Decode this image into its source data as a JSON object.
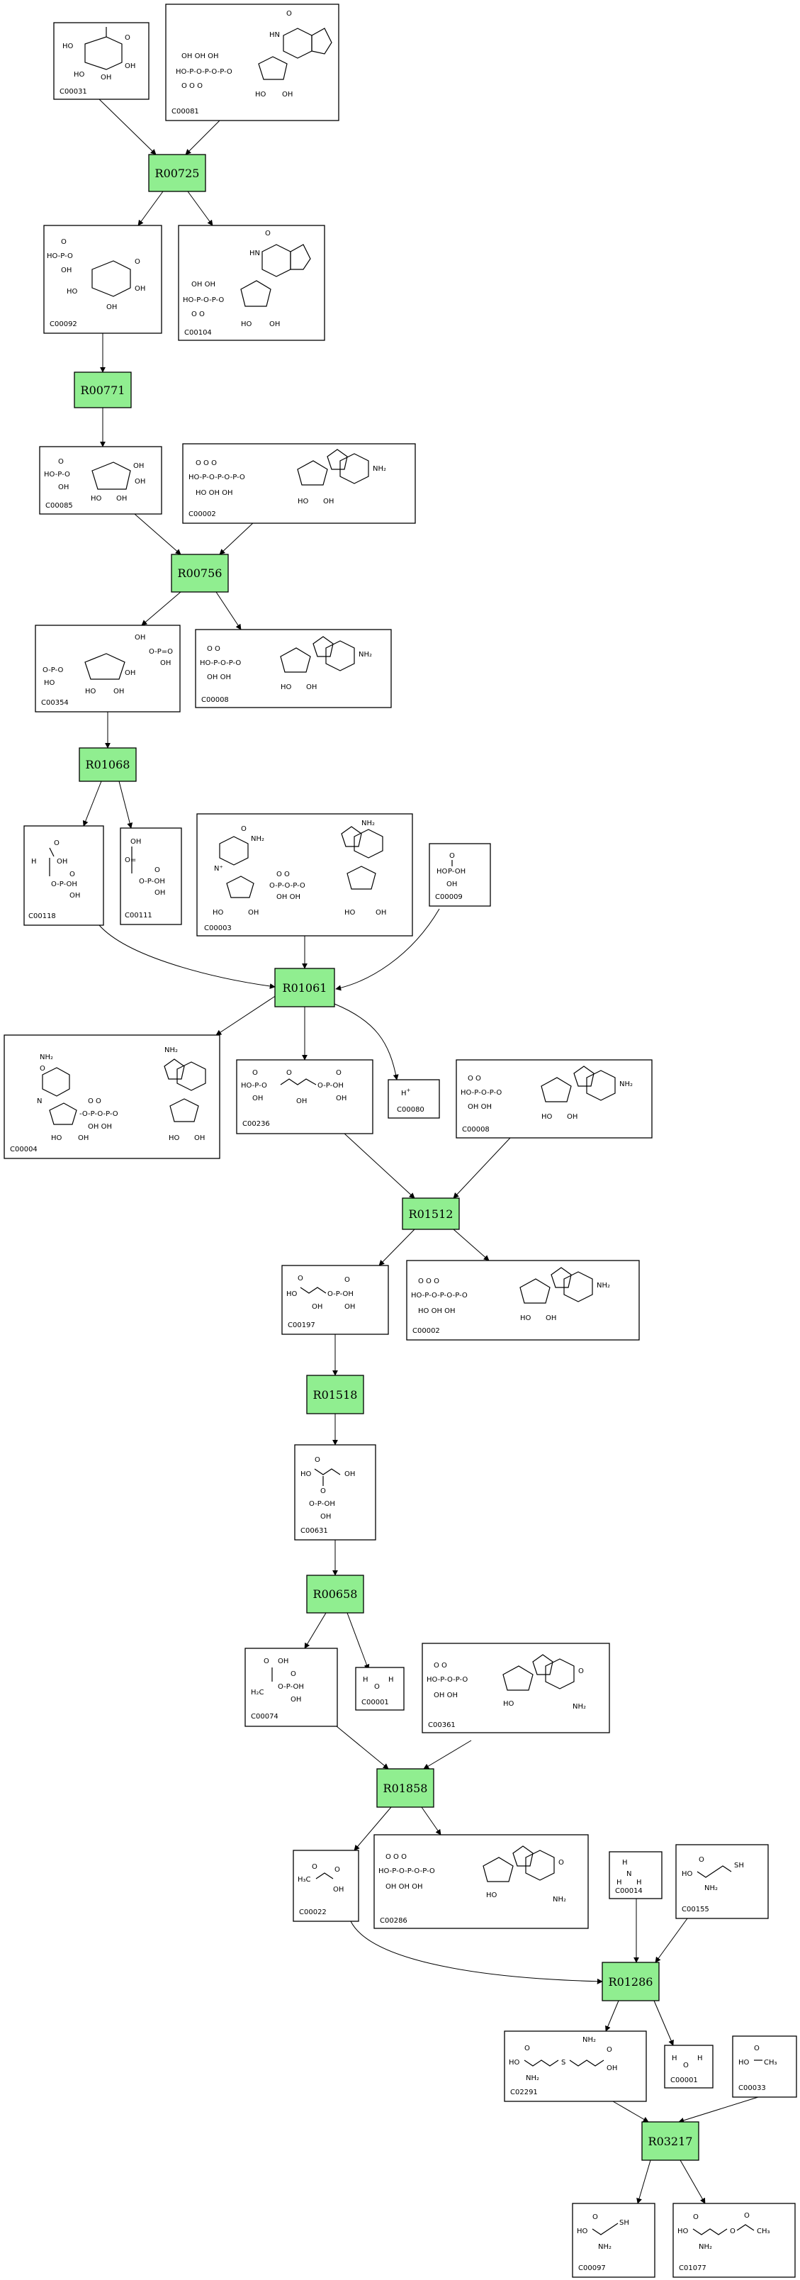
{
  "colors": {
    "reaction_fill": "#90ee90",
    "compound_fill": "#ffffff",
    "stroke": "#000000"
  },
  "compounds": [
    {
      "id": "C00031"
    },
    {
      "id": "C00081"
    },
    {
      "id": "C00092"
    },
    {
      "id": "C00104"
    },
    {
      "id": "C00085"
    },
    {
      "id": "C00002"
    },
    {
      "id": "C00354"
    },
    {
      "id": "C00008"
    },
    {
      "id": "C00118"
    },
    {
      "id": "C00111"
    },
    {
      "id": "C00003"
    },
    {
      "id": "C00009"
    },
    {
      "id": "C00004"
    },
    {
      "id": "C00236"
    },
    {
      "id": "C00080"
    },
    {
      "id": "C00008"
    },
    {
      "id": "C00197"
    },
    {
      "id": "C00002"
    },
    {
      "id": "C00631"
    },
    {
      "id": "C00074"
    },
    {
      "id": "C00001"
    },
    {
      "id": "C00361"
    },
    {
      "id": "C00022"
    },
    {
      "id": "C00286"
    },
    {
      "id": "C00014"
    },
    {
      "id": "C00155"
    },
    {
      "id": "C02291"
    },
    {
      "id": "C00001"
    },
    {
      "id": "C00033"
    },
    {
      "id": "C00097"
    },
    {
      "id": "C01077"
    }
  ],
  "reactions": [
    {
      "id": "R00725"
    },
    {
      "id": "R00771"
    },
    {
      "id": "R00756"
    },
    {
      "id": "R01068"
    },
    {
      "id": "R01061"
    },
    {
      "id": "R01512"
    },
    {
      "id": "R01518"
    },
    {
      "id": "R00658"
    },
    {
      "id": "R01858"
    },
    {
      "id": "R01286"
    },
    {
      "id": "R03217"
    }
  ],
  "labels": {
    "h_plus": "H",
    "h_plus_sup": "+"
  }
}
